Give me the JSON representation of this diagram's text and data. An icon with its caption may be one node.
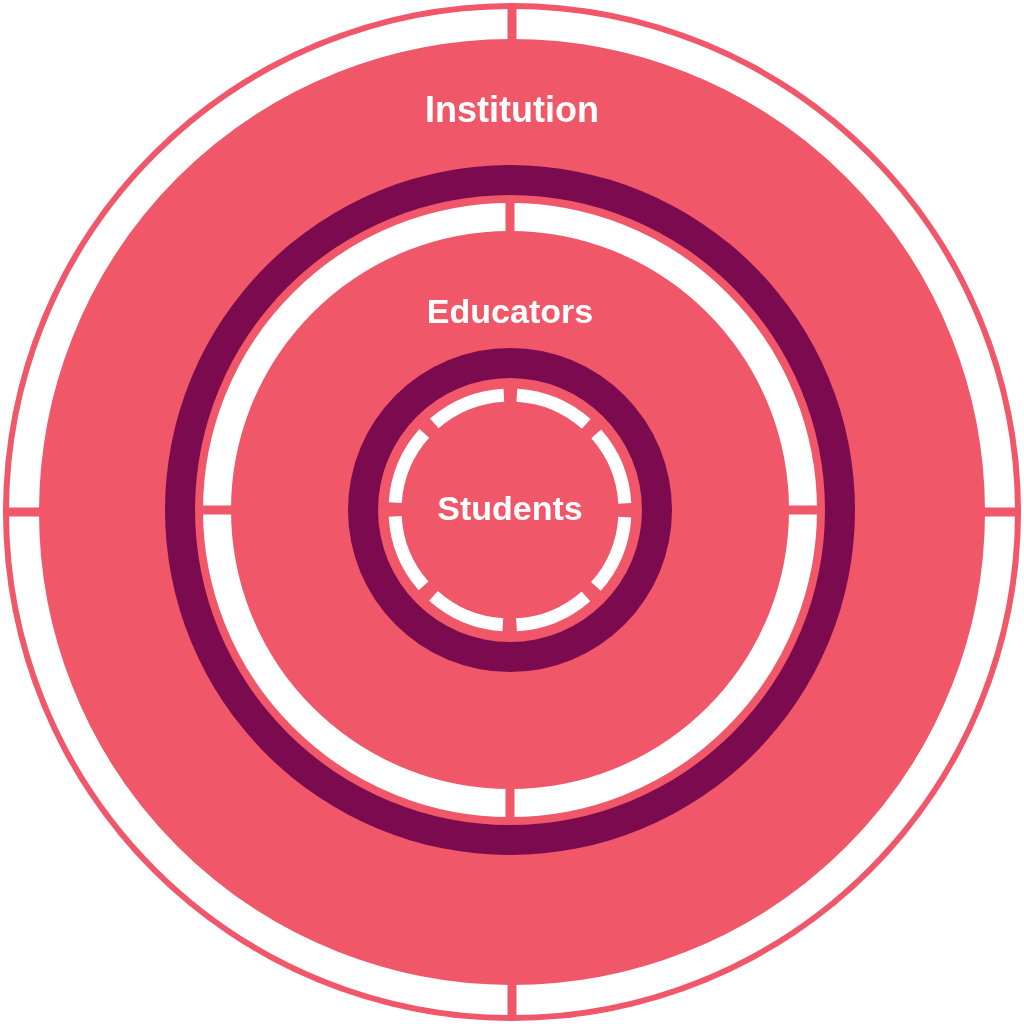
{
  "diagram": {
    "nodes": [
      {
        "text": [
          "Institution"
        ]
      },
      {
        "text": [
          "Educators"
        ],
        "in": 0
      },
      {
        "text": [
          "Students"
        ],
        "in": 1
      }
    ]
  }
}
